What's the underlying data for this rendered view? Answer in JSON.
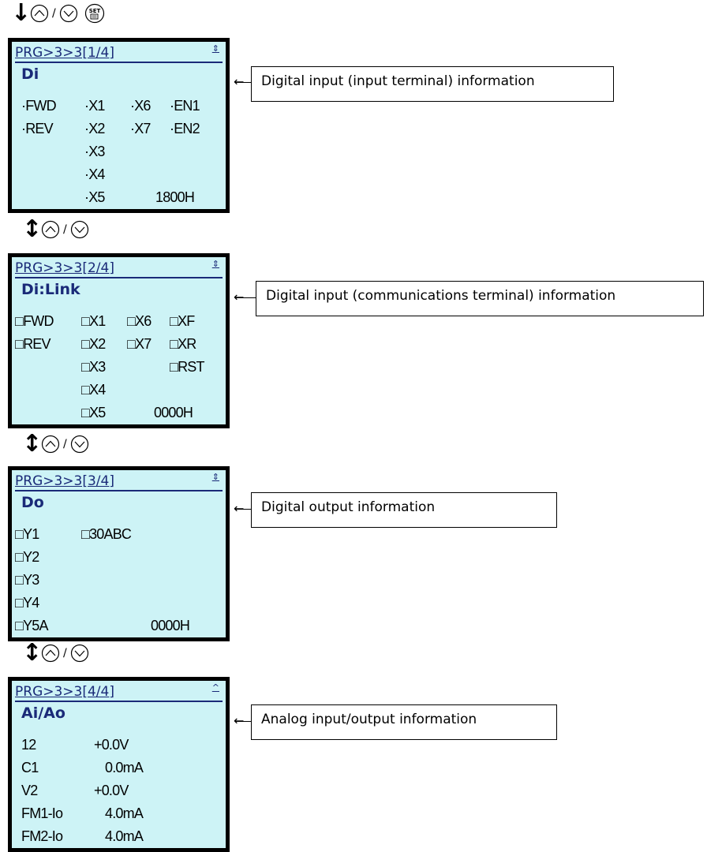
{
  "nav_keys": {
    "top": {
      "arrow": "↓",
      "set_key_label": "SET"
    },
    "between": {
      "arrow": "↕"
    }
  },
  "screens": [
    {
      "header": "PRG>3>3[1/4]",
      "scroll_glyph": "⇕",
      "title": "Di",
      "cells": [
        "·FWD",
        "·X1",
        "·X6",
        "·EN1",
        "·REV",
        "·X2",
        "·X7",
        "·EN2",
        "·X3",
        "·X4",
        "·X5",
        "1800H"
      ],
      "callout": "Digital input (input terminal) information"
    },
    {
      "header": "PRG>3>3[2/4]",
      "scroll_glyph": "⇕",
      "title": "Di:Link",
      "cells": [
        "□FWD",
        "□X1",
        "□X6",
        "□XF",
        "□REV",
        "□X2",
        "□X7",
        "□XR",
        "□X3",
        "□RST",
        "□X4",
        "□X5",
        "0000H"
      ],
      "callout": "Digital input (communications terminal) information"
    },
    {
      "header": "PRG>3>3[3/4]",
      "scroll_glyph": "⇕",
      "title": "Do",
      "cells": [
        "□Y1",
        "□30ABC",
        "□Y2",
        "□Y3",
        "□Y4",
        "□Y5A",
        "0000H"
      ],
      "callout": "Digital output information"
    },
    {
      "header": "PRG>3>3[4/4]",
      "scroll_glyph": "^",
      "title": "Ai/Ao",
      "cells": [
        "12",
        "+0.0V",
        "C1",
        "0.0mA",
        "V2",
        "+0.0V",
        "FM1-Io",
        "4.0mA",
        "FM2-Io",
        "4.0mA"
      ],
      "callout": "Analog input/output information"
    }
  ],
  "colors": {
    "lcd_bg": "#cdf3f6",
    "lcd_text": "#1a2a78",
    "frame": "#000000"
  }
}
